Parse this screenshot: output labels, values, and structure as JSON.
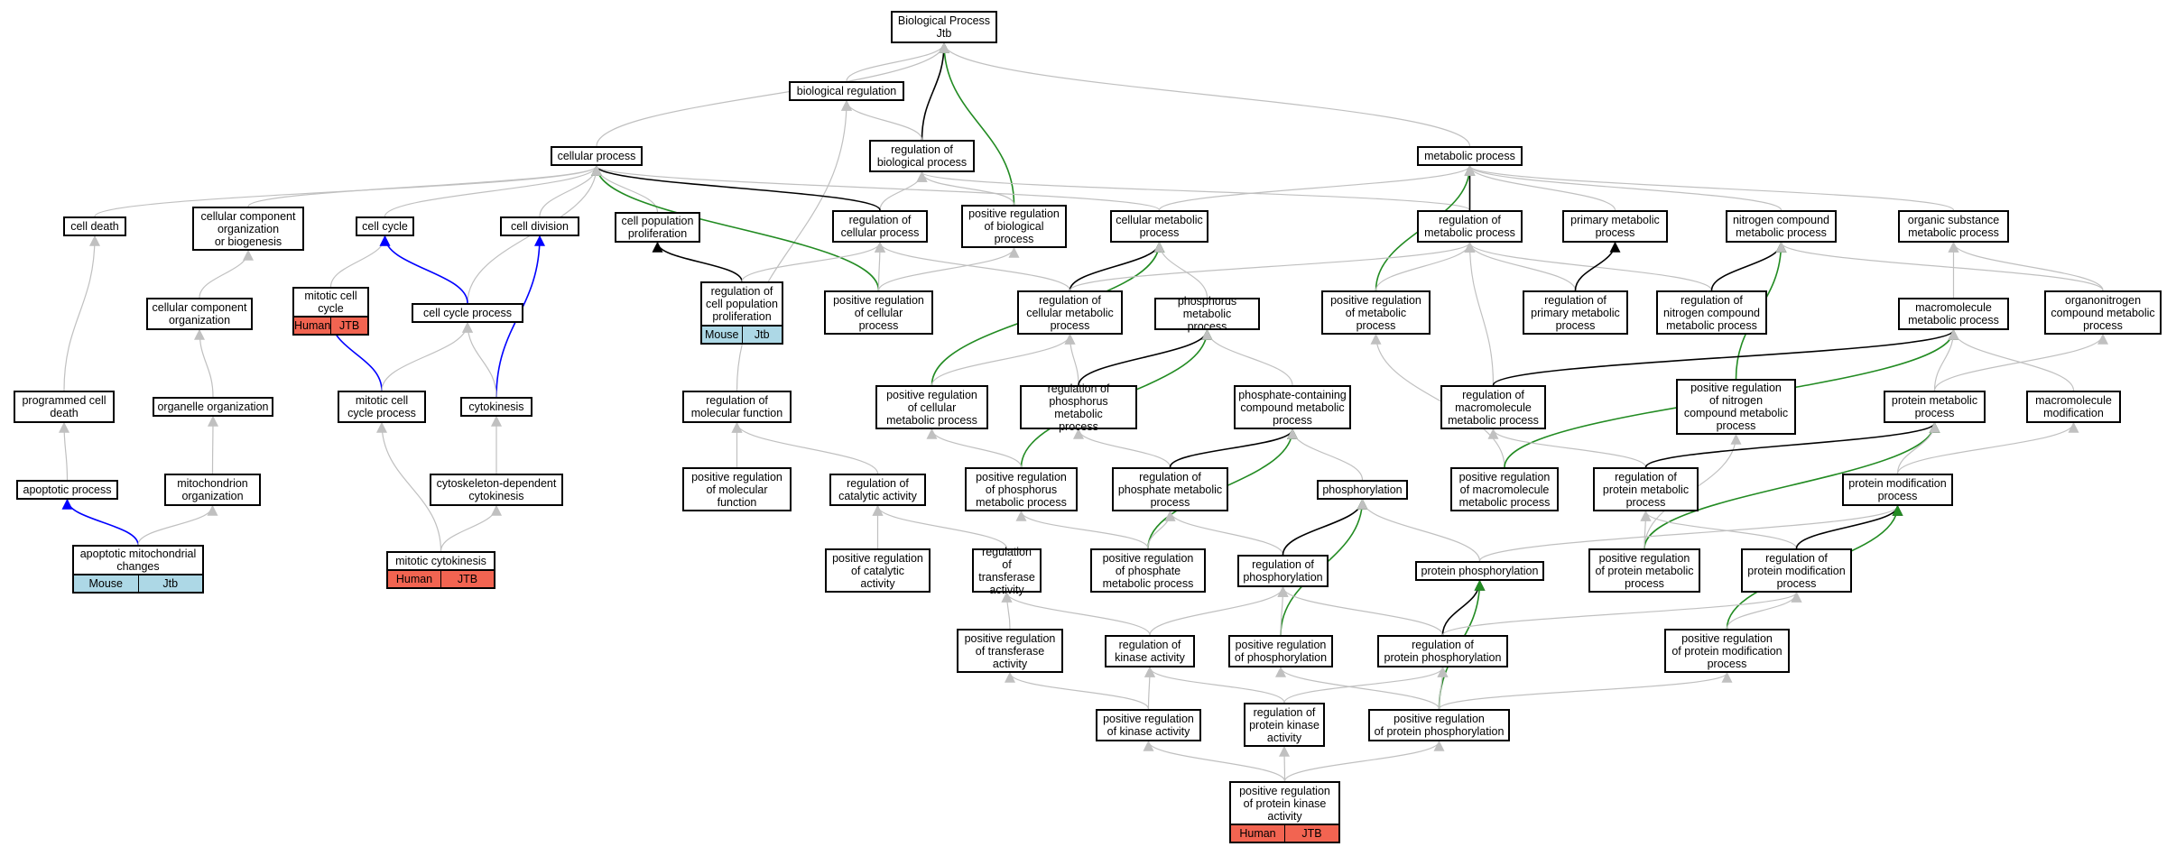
{
  "diagram": {
    "nodes": [
      {
        "id": "bp",
        "label": "Biological Process\nJtb"
      },
      {
        "id": "breg",
        "label": "biological regulation"
      },
      {
        "id": "regbp",
        "label": "regulation of\nbiological process"
      },
      {
        "id": "cp",
        "label": "cellular process"
      },
      {
        "id": "mp",
        "label": "metabolic process"
      },
      {
        "id": "cdeath",
        "label": "cell death"
      },
      {
        "id": "ccob",
        "label": "cellular component\norganization\nor biogenesis"
      },
      {
        "id": "ccycle",
        "label": "cell cycle"
      },
      {
        "id": "cdiv",
        "label": "cell division"
      },
      {
        "id": "cpp",
        "label": "cell population\nproliferation"
      },
      {
        "id": "regcp",
        "label": "regulation of\ncellular process"
      },
      {
        "id": "posregbp",
        "label": "positive regulation\nof biological\nprocess"
      },
      {
        "id": "cmp",
        "label": "cellular metabolic\nprocess"
      },
      {
        "id": "regmp",
        "label": "regulation of\nmetabolic process"
      },
      {
        "id": "pmp",
        "label": "primary metabolic\nprocess"
      },
      {
        "id": "ncmp",
        "label": "nitrogen compound\nmetabolic process"
      },
      {
        "id": "osmp",
        "label": "organic substance\nmetabolic process"
      },
      {
        "id": "cco",
        "label": "cellular component\norganization"
      },
      {
        "id": "mcc",
        "label": "mitotic cell\ncycle"
      },
      {
        "id": "ccp",
        "label": "cell cycle process"
      },
      {
        "id": "regcpp",
        "label": "regulation of\ncell population\nproliferation"
      },
      {
        "id": "posregcp",
        "label": "positive regulation\nof cellular\nprocess"
      },
      {
        "id": "regcmp",
        "label": "regulation of\ncellular metabolic\nprocess"
      },
      {
        "id": "phmp",
        "label": "phosphorus metabolic\nprocess"
      },
      {
        "id": "posregmp",
        "label": "positive regulation\nof metabolic\nprocess"
      },
      {
        "id": "regpmp",
        "label": "regulation of\nprimary metabolic\nprocess"
      },
      {
        "id": "regncmp",
        "label": "regulation of\nnitrogen compound\nmetabolic process"
      },
      {
        "id": "macmp",
        "label": "macromolecule\nmetabolic process"
      },
      {
        "id": "oncmp",
        "label": "organonitrogen\ncompound metabolic\nprocess"
      },
      {
        "id": "pcd",
        "label": "programmed cell\ndeath"
      },
      {
        "id": "oo",
        "label": "organelle organization"
      },
      {
        "id": "mccp",
        "label": "mitotic cell\ncycle process"
      },
      {
        "id": "cytok",
        "label": "cytokinesis"
      },
      {
        "id": "regmf",
        "label": "regulation of\nmolecular function"
      },
      {
        "id": "posregcmp",
        "label": "positive regulation\nof cellular\nmetabolic process"
      },
      {
        "id": "regphmp",
        "label": "regulation of\nphosphorus metabolic\nprocess"
      },
      {
        "id": "pccmp",
        "label": "phosphate-containing\ncompound metabolic\nprocess"
      },
      {
        "id": "regmacmp",
        "label": "regulation of\nmacromolecule\nmetabolic process"
      },
      {
        "id": "posregncmp",
        "label": "positive regulation\nof nitrogen\ncompound metabolic\nprocess"
      },
      {
        "id": "protmp",
        "label": "protein metabolic\nprocess"
      },
      {
        "id": "macmod",
        "label": "macromolecule\nmodification"
      },
      {
        "id": "apop",
        "label": "apoptotic process"
      },
      {
        "id": "mito",
        "label": "mitochondrion\norganization"
      },
      {
        "id": "cdc",
        "label": "cytoskeleton-dependent\ncytokinesis"
      },
      {
        "id": "posregmf",
        "label": "positive regulation\nof molecular\nfunction"
      },
      {
        "id": "regca",
        "label": "regulation of\ncatalytic activity"
      },
      {
        "id": "posregphmp",
        "label": "positive regulation\nof phosphorus\nmetabolic process"
      },
      {
        "id": "regphtmp",
        "label": "regulation of\nphosphate metabolic\nprocess"
      },
      {
        "id": "phos",
        "label": "phosphorylation"
      },
      {
        "id": "posregmacmp",
        "label": "positive regulation\nof macromolecule\nmetabolic process"
      },
      {
        "id": "regprotmp",
        "label": "regulation of\nprotein metabolic\nprocess"
      },
      {
        "id": "protmod",
        "label": "protein modification\nprocess"
      },
      {
        "id": "amc",
        "label": "apoptotic mitochondrial\nchanges"
      },
      {
        "id": "mcytok",
        "label": "mitotic cytokinesis"
      },
      {
        "id": "posregca",
        "label": "positive regulation\nof catalytic\nactivity"
      },
      {
        "id": "regta",
        "label": "regulation of\ntransferase\nactivity"
      },
      {
        "id": "posregphtmp",
        "label": "positive regulation\nof phosphate\nmetabolic process"
      },
      {
        "id": "regphos",
        "label": "regulation of\nphosphorylation"
      },
      {
        "id": "protphos",
        "label": "protein phosphorylation"
      },
      {
        "id": "posregprotmp",
        "label": "positive regulation\nof protein metabolic\nprocess"
      },
      {
        "id": "regprotmod",
        "label": "regulation of\nprotein modification\nprocess"
      },
      {
        "id": "posregta",
        "label": "positive regulation\nof transferase\nactivity"
      },
      {
        "id": "regka",
        "label": "regulation of\nkinase activity"
      },
      {
        "id": "posregphos",
        "label": "positive regulation\nof phosphorylation"
      },
      {
        "id": "regprotphos",
        "label": "regulation of\nprotein phosphorylation"
      },
      {
        "id": "posregprotmod",
        "label": "positive regulation\nof protein modification\nprocess"
      },
      {
        "id": "posregka",
        "label": "positive regulation\nof kinase activity"
      },
      {
        "id": "regpka",
        "label": "regulation of\nprotein kinase\nactivity"
      },
      {
        "id": "posregprotphos",
        "label": "positive regulation\nof protein phosphorylation"
      },
      {
        "id": "posregpka",
        "label": "positive regulation\nof protein kinase\nactivity"
      }
    ],
    "annotations": [
      {
        "node": "mcc",
        "style": "red",
        "cells": [
          "Human",
          "JTB"
        ]
      },
      {
        "node": "regcpp",
        "style": "blue",
        "cells": [
          "Mouse",
          "Jtb"
        ]
      },
      {
        "node": "amc",
        "style": "blue",
        "cells": [
          "Mouse",
          "Jtb"
        ]
      },
      {
        "node": "mcytok",
        "style": "red",
        "cells": [
          "Human",
          "JTB"
        ]
      },
      {
        "node": "posregpka",
        "style": "red",
        "cells": [
          "Human",
          "JTB"
        ]
      }
    ],
    "edge_colors": {
      "gray": "#c0c0c0",
      "black": "#000000",
      "green": "#228b22",
      "blue": "#0000ff"
    },
    "edges": [
      {
        "from": "breg",
        "to": "bp",
        "type": "gray"
      },
      {
        "from": "regbp",
        "to": "bp",
        "type": "black"
      },
      {
        "from": "posregbp",
        "to": "bp",
        "type": "green"
      },
      {
        "from": "cp",
        "to": "bp",
        "type": "gray"
      },
      {
        "from": "mp",
        "to": "bp",
        "type": "gray"
      },
      {
        "from": "regbp",
        "to": "breg",
        "type": "gray"
      },
      {
        "from": "regmf",
        "to": "breg",
        "type": "gray"
      },
      {
        "from": "posregbp",
        "to": "regbp",
        "type": "gray"
      },
      {
        "from": "regcp",
        "to": "regbp",
        "type": "gray"
      },
      {
        "from": "regmp",
        "to": "regbp",
        "type": "gray"
      },
      {
        "from": "cdeath",
        "to": "cp",
        "type": "gray"
      },
      {
        "from": "ccob",
        "to": "cp",
        "type": "gray"
      },
      {
        "from": "ccycle",
        "to": "cp",
        "type": "gray"
      },
      {
        "from": "cdiv",
        "to": "cp",
        "type": "gray"
      },
      {
        "from": "cpp",
        "to": "cp",
        "type": "gray"
      },
      {
        "from": "regcp",
        "to": "cp",
        "type": "black"
      },
      {
        "from": "posregcp",
        "to": "cp",
        "type": "green"
      },
      {
        "from": "cmp",
        "to": "cp",
        "type": "gray"
      },
      {
        "from": "ccp",
        "to": "cp",
        "type": "gray"
      },
      {
        "from": "cmp",
        "to": "mp",
        "type": "gray"
      },
      {
        "from": "regmp",
        "to": "mp",
        "type": "black"
      },
      {
        "from": "posregmp",
        "to": "mp",
        "type": "green"
      },
      {
        "from": "pmp",
        "to": "mp",
        "type": "gray"
      },
      {
        "from": "ncmp",
        "to": "mp",
        "type": "gray"
      },
      {
        "from": "osmp",
        "to": "mp",
        "type": "gray"
      },
      {
        "from": "pcd",
        "to": "cdeath",
        "type": "gray"
      },
      {
        "from": "cco",
        "to": "ccob",
        "type": "gray"
      },
      {
        "from": "mcc",
        "to": "ccycle",
        "type": "gray"
      },
      {
        "from": "ccp",
        "to": "ccycle",
        "type": "blue"
      },
      {
        "from": "cytok",
        "to": "cdiv",
        "type": "blue"
      },
      {
        "from": "regcpp",
        "to": "cpp",
        "type": "black"
      },
      {
        "from": "regcpp",
        "to": "regcp",
        "type": "gray"
      },
      {
        "from": "posregcp",
        "to": "regcp",
        "type": "gray"
      },
      {
        "from": "regcmp",
        "to": "regcp",
        "type": "gray"
      },
      {
        "from": "posregcp",
        "to": "posregbp",
        "type": "gray"
      },
      {
        "from": "regcmp",
        "to": "cmp",
        "type": "black"
      },
      {
        "from": "posregcmp",
        "to": "cmp",
        "type": "green"
      },
      {
        "from": "phmp",
        "to": "cmp",
        "type": "gray"
      },
      {
        "from": "regcmp",
        "to": "regmp",
        "type": "gray"
      },
      {
        "from": "posregmp",
        "to": "regmp",
        "type": "gray"
      },
      {
        "from": "regpmp",
        "to": "regmp",
        "type": "gray"
      },
      {
        "from": "regncmp",
        "to": "regmp",
        "type": "gray"
      },
      {
        "from": "regmacmp",
        "to": "regmp",
        "type": "gray"
      },
      {
        "from": "regpmp",
        "to": "pmp",
        "type": "black"
      },
      {
        "from": "regncmp",
        "to": "ncmp",
        "type": "black"
      },
      {
        "from": "posregncmp",
        "to": "ncmp",
        "type": "green"
      },
      {
        "from": "oncmp",
        "to": "ncmp",
        "type": "gray"
      },
      {
        "from": "macmp",
        "to": "osmp",
        "type": "gray"
      },
      {
        "from": "oncmp",
        "to": "osmp",
        "type": "gray"
      },
      {
        "from": "oo",
        "to": "cco",
        "type": "gray"
      },
      {
        "from": "mccp",
        "to": "mcc",
        "type": "blue"
      },
      {
        "from": "mccp",
        "to": "ccp",
        "type": "gray"
      },
      {
        "from": "cytok",
        "to": "ccp",
        "type": "gray"
      },
      {
        "from": "posregcmp",
        "to": "regcmp",
        "type": "gray"
      },
      {
        "from": "regphmp",
        "to": "regcmp",
        "type": "gray"
      },
      {
        "from": "regphmp",
        "to": "phmp",
        "type": "black"
      },
      {
        "from": "posregphmp",
        "to": "phmp",
        "type": "green"
      },
      {
        "from": "pccmp",
        "to": "phmp",
        "type": "gray"
      },
      {
        "from": "posregmacmp",
        "to": "posregmp",
        "type": "gray"
      },
      {
        "from": "regmacmp",
        "to": "macmp",
        "type": "black"
      },
      {
        "from": "posregmacmp",
        "to": "macmp",
        "type": "green"
      },
      {
        "from": "protmp",
        "to": "macmp",
        "type": "gray"
      },
      {
        "from": "macmod",
        "to": "macmp",
        "type": "gray"
      },
      {
        "from": "protmp",
        "to": "oncmp",
        "type": "gray"
      },
      {
        "from": "apop",
        "to": "pcd",
        "type": "gray"
      },
      {
        "from": "mito",
        "to": "oo",
        "type": "gray"
      },
      {
        "from": "mcytok",
        "to": "mccp",
        "type": "gray"
      },
      {
        "from": "cdc",
        "to": "cytok",
        "type": "gray"
      },
      {
        "from": "posregmf",
        "to": "regmf",
        "type": "gray"
      },
      {
        "from": "regca",
        "to": "regmf",
        "type": "gray"
      },
      {
        "from": "posregphmp",
        "to": "posregcmp",
        "type": "gray"
      },
      {
        "from": "regphtmp",
        "to": "regphmp",
        "type": "gray"
      },
      {
        "from": "regphtmp",
        "to": "pccmp",
        "type": "black"
      },
      {
        "from": "posregphtmp",
        "to": "pccmp",
        "type": "green"
      },
      {
        "from": "phos",
        "to": "pccmp",
        "type": "gray"
      },
      {
        "from": "regprotmp",
        "to": "regmacmp",
        "type": "gray"
      },
      {
        "from": "posregprotmp",
        "to": "posregncmp",
        "type": "gray"
      },
      {
        "from": "regprotmp",
        "to": "protmp",
        "type": "black"
      },
      {
        "from": "posregprotmp",
        "to": "protmp",
        "type": "green"
      },
      {
        "from": "protmod",
        "to": "protmp",
        "type": "gray"
      },
      {
        "from": "protmod",
        "to": "macmod",
        "type": "gray"
      },
      {
        "from": "amc",
        "to": "apop",
        "type": "blue"
      },
      {
        "from": "amc",
        "to": "mito",
        "type": "gray"
      },
      {
        "from": "mcytok",
        "to": "cdc",
        "type": "gray"
      },
      {
        "from": "posregca",
        "to": "regca",
        "type": "gray"
      },
      {
        "from": "regta",
        "to": "regca",
        "type": "gray"
      },
      {
        "from": "posregphtmp",
        "to": "posregphmp",
        "type": "gray"
      },
      {
        "from": "posregphtmp",
        "to": "regphtmp",
        "type": "gray"
      },
      {
        "from": "regphos",
        "to": "regphtmp",
        "type": "gray"
      },
      {
        "from": "regphos",
        "to": "phos",
        "type": "black"
      },
      {
        "from": "posregphos",
        "to": "phos",
        "type": "green"
      },
      {
        "from": "protphos",
        "to": "phos",
        "type": "gray"
      },
      {
        "from": "posregprotmp",
        "to": "regprotmp",
        "type": "gray"
      },
      {
        "from": "regprotmod",
        "to": "regprotmp",
        "type": "gray"
      },
      {
        "from": "protphos",
        "to": "protmod",
        "type": "gray"
      },
      {
        "from": "regprotmod",
        "to": "protmod",
        "type": "black"
      },
      {
        "from": "posregprotmod",
        "to": "protmod",
        "type": "green"
      },
      {
        "from": "posregta",
        "to": "regta",
        "type": "gray"
      },
      {
        "from": "regka",
        "to": "regta",
        "type": "gray"
      },
      {
        "from": "posregphos",
        "to": "regphos",
        "type": "gray"
      },
      {
        "from": "regprotphos",
        "to": "regphos",
        "type": "gray"
      },
      {
        "from": "regka",
        "to": "regphos",
        "type": "gray"
      },
      {
        "from": "regprotphos",
        "to": "protphos",
        "type": "black"
      },
      {
        "from": "posregprotphos",
        "to": "protphos",
        "type": "green"
      },
      {
        "from": "posregprotmod",
        "to": "regprotmod",
        "type": "gray"
      },
      {
        "from": "regprotphos",
        "to": "regprotmod",
        "type": "gray"
      },
      {
        "from": "posregka",
        "to": "regka",
        "type": "gray"
      },
      {
        "from": "regpka",
        "to": "regka",
        "type": "gray"
      },
      {
        "from": "posregprotphos",
        "to": "posregphos",
        "type": "gray"
      },
      {
        "from": "posregka",
        "to": "posregta",
        "type": "gray"
      },
      {
        "from": "posregprotphos",
        "to": "posregprotmod",
        "type": "gray"
      },
      {
        "from": "posregprotphos",
        "to": "regprotphos",
        "type": "gray"
      },
      {
        "from": "regpka",
        "to": "regprotphos",
        "type": "gray"
      },
      {
        "from": "posregpka",
        "to": "posregka",
        "type": "gray"
      },
      {
        "from": "posregpka",
        "to": "regpka",
        "type": "gray"
      },
      {
        "from": "posregpka",
        "to": "posregprotphos",
        "type": "gray"
      }
    ]
  }
}
